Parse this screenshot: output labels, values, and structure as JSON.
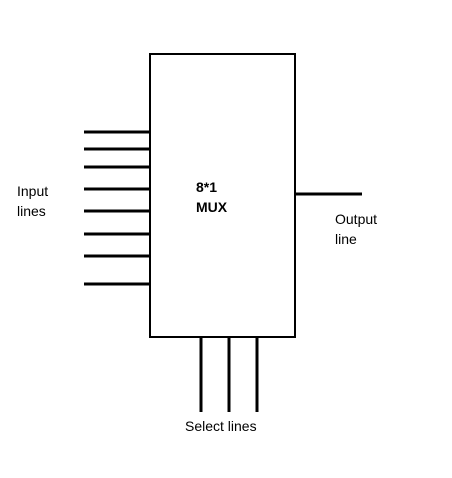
{
  "diagram": {
    "block": {
      "line1": "8*1",
      "line2": "MUX"
    },
    "input_label": {
      "line1": "Input",
      "line2": "lines"
    },
    "output_label": {
      "line1": "Output",
      "line2": "line"
    },
    "select_label": "Select lines",
    "input_line_count": 8,
    "select_line_count": 3,
    "output_line_count": 1,
    "colors": {
      "stroke": "#000000",
      "background": "#ffffff"
    }
  }
}
